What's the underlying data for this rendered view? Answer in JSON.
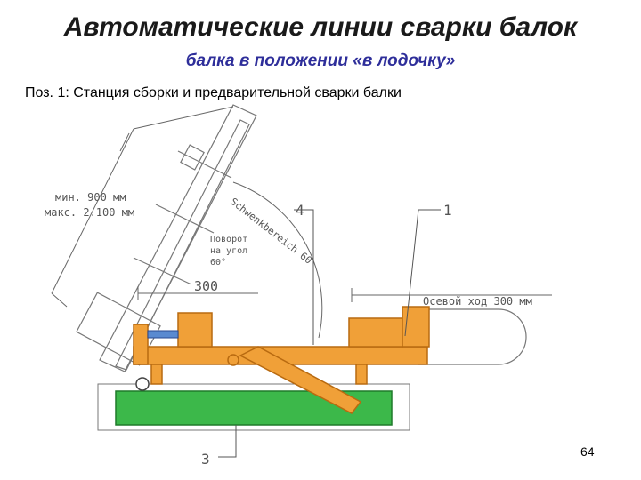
{
  "slide": {
    "title": "Автоматические линии сварки балок",
    "subtitle": "балка в положении «в лодочку»",
    "caption": "Поз. 1: Станция сборки и предварительной сварки балки",
    "page_number": "64"
  },
  "drawing": {
    "labels": {
      "min_width": "мин. 900 мм",
      "max_width": "макс. 2.100 мм",
      "rotation_1": "Поворот",
      "rotation_2": "на угол",
      "rotation_3": "60°",
      "dim_300": "300",
      "swing_range": "Schwenkbereich 60",
      "axial_travel": "Осевой ход 300 мм",
      "callout_1": "1",
      "callout_3": "3",
      "callout_4": "4"
    },
    "colors": {
      "frame": "#f0a038",
      "frame_stroke": "#b86a10",
      "base": "#3cb84a",
      "base_stroke": "#1e7a2a",
      "blue_part": "#5a8ad0",
      "line": "#555555"
    }
  }
}
